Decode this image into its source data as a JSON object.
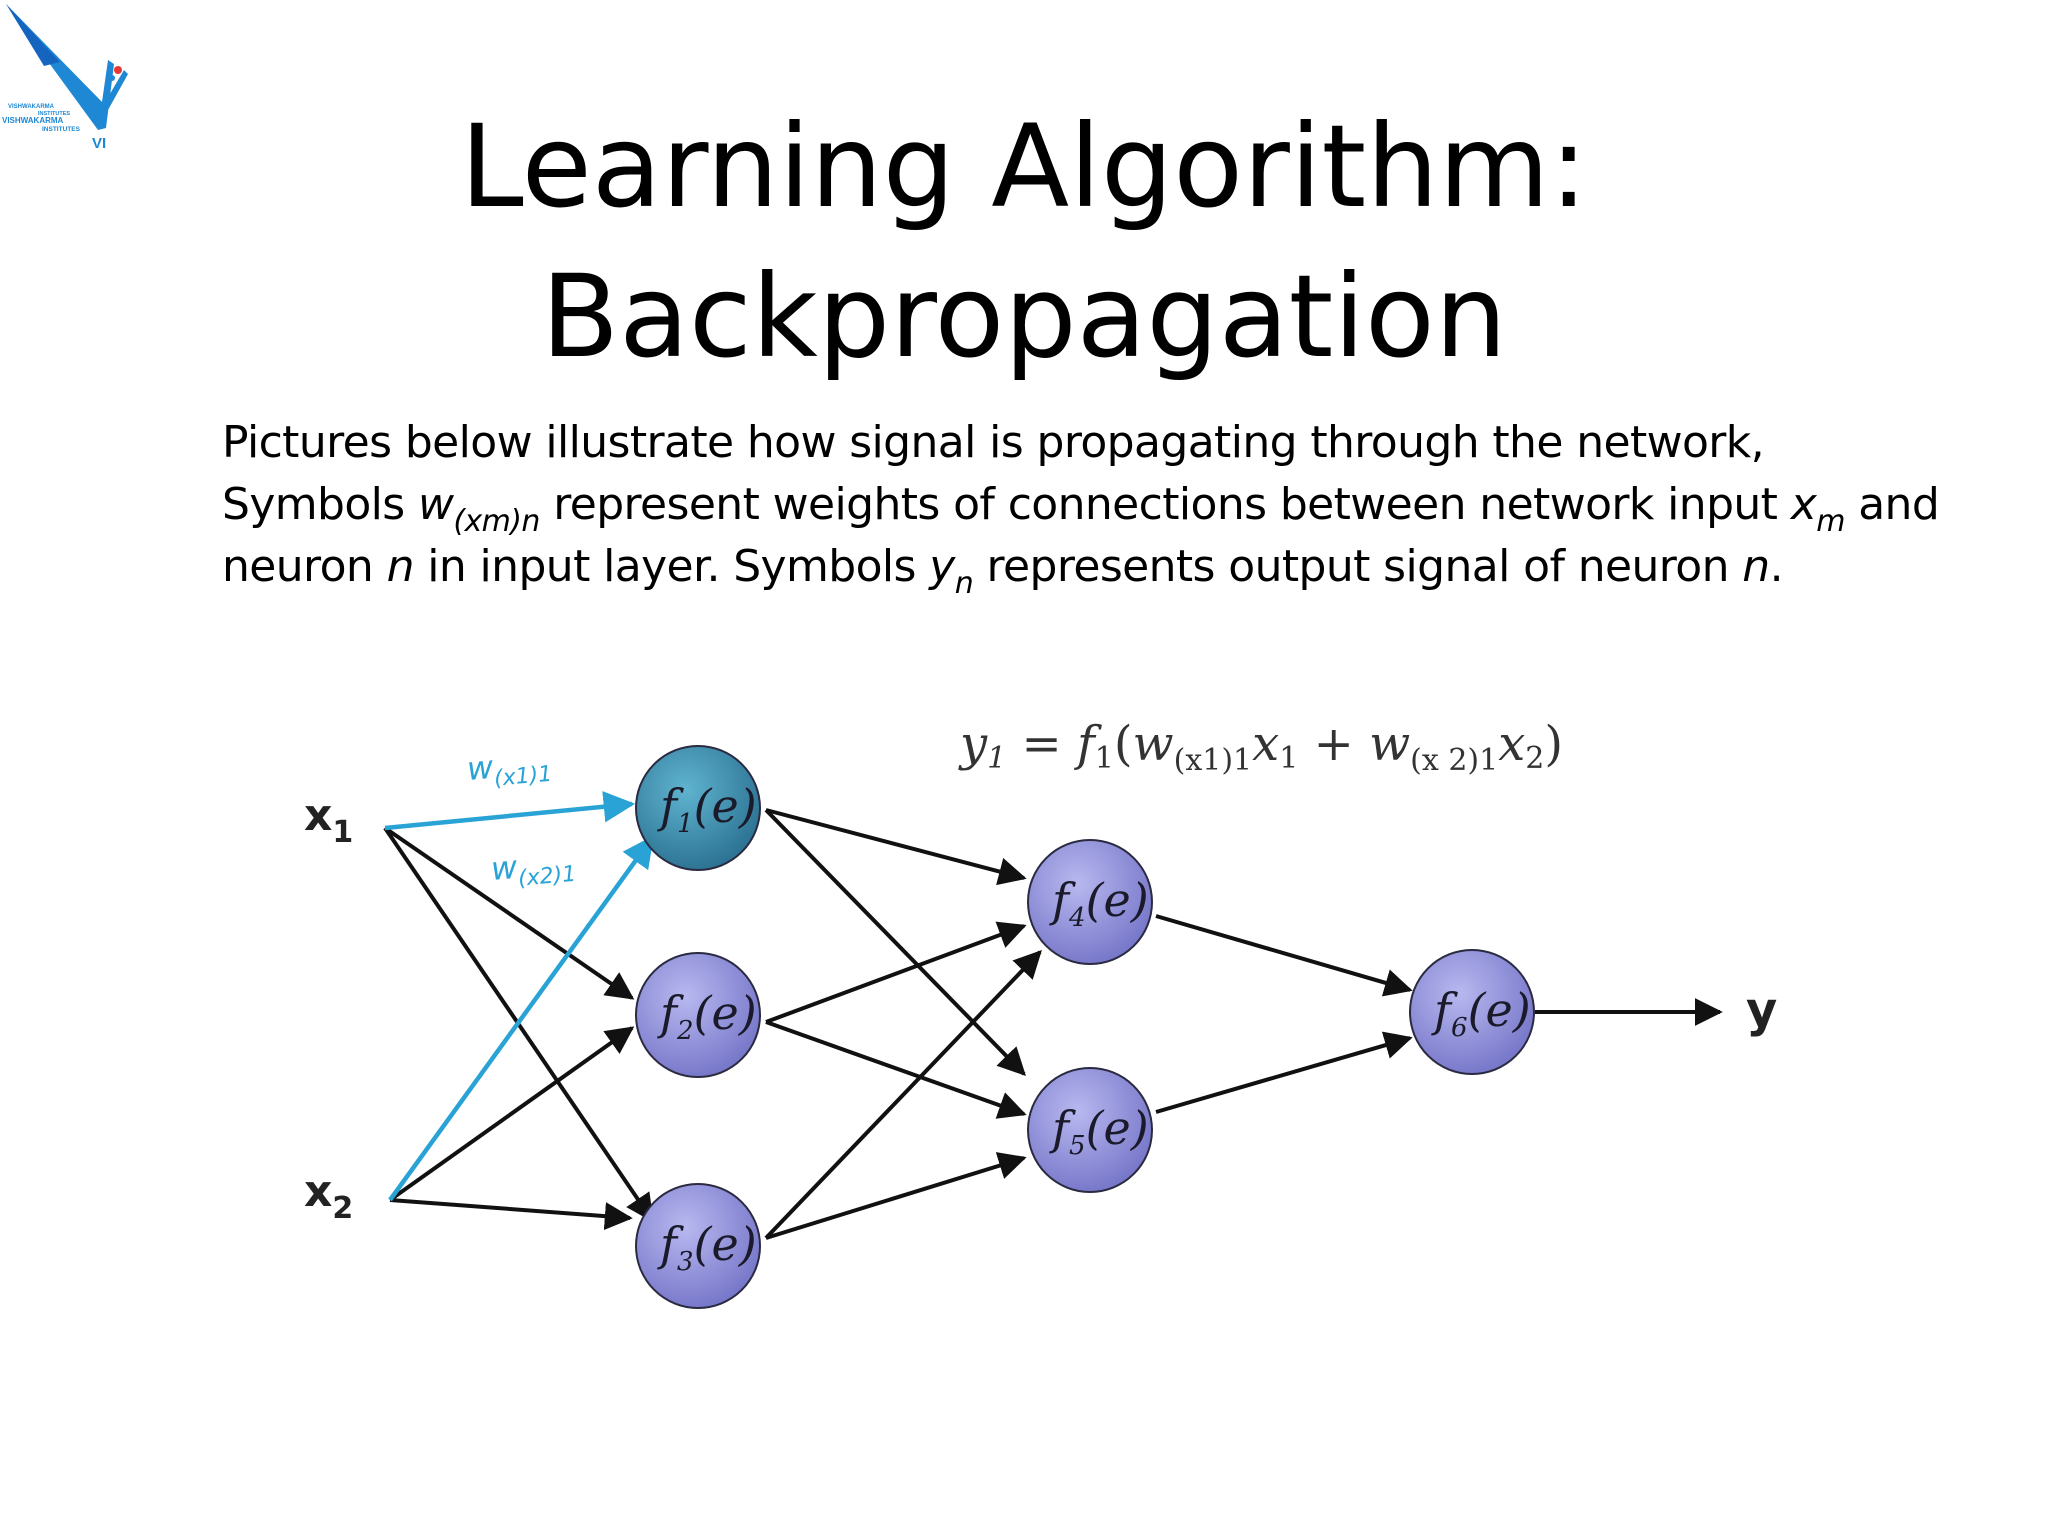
{
  "slide": {
    "title_line1": "Learning Algorithm:",
    "title_line2": "Backpropagation",
    "logo": {
      "icon": "vishwakarma-institutes-logo",
      "text_lines": [
        "VISHWAKARMA",
        "INSTITUTES",
        "VISHWAKARMA",
        "INSTITUTES"
      ],
      "mark": "VI",
      "colors": {
        "primary": "#1e88d4",
        "accent": "#e53935"
      }
    },
    "paragraph": {
      "line1": "Pictures below illustrate how signal is propagating through the network,",
      "line2_a": "Symbols ",
      "line2_w": "w",
      "line2_sub": "(xm)n",
      "line2_b": " represent weights of connections between network input ",
      "line2_x": "x",
      "line2_xsub": "m",
      "line2_c": " and",
      "line3_a": "neuron ",
      "line3_n": "n",
      "line3_b": " in input layer. Symbols ",
      "line3_y": "y",
      "line3_ysub": "n",
      "line3_c": " represents output signal of neuron ",
      "line3_n2": "n",
      "line3_d": "."
    }
  },
  "diagram": {
    "formula": {
      "lhs": "y",
      "lhs_sub": "1",
      "eq": " = ",
      "f": "f",
      "f_sub": "1",
      "open": "(",
      "w1": "w",
      "w1_sub": "(x1)1",
      "x1": "x",
      "x1_sub": "1",
      "plus": " + ",
      "w2": "w",
      "w2_sub": "(x 2)1",
      "x2": "x",
      "x2_sub": "2",
      "close": ")"
    },
    "inputs": [
      {
        "id": "x1",
        "label": "x",
        "sub": "1"
      },
      {
        "id": "x2",
        "label": "x",
        "sub": "2"
      }
    ],
    "output": {
      "label": "y"
    },
    "weight_labels": [
      {
        "label": "w",
        "sub": "(x1)1"
      },
      {
        "label": "w",
        "sub": "(x2)1"
      }
    ],
    "neurons": [
      {
        "id": "f1",
        "label": "f",
        "sub": "1",
        "arg": "(e)",
        "active": true
      },
      {
        "id": "f2",
        "label": "f",
        "sub": "2",
        "arg": "(e)",
        "active": false
      },
      {
        "id": "f3",
        "label": "f",
        "sub": "3",
        "arg": "(e)",
        "active": false
      },
      {
        "id": "f4",
        "label": "f",
        "sub": "4",
        "arg": "(e)",
        "active": false
      },
      {
        "id": "f5",
        "label": "f",
        "sub": "5",
        "arg": "(e)",
        "active": false
      },
      {
        "id": "f6",
        "label": "f",
        "sub": "6",
        "arg": "(e)",
        "active": false
      }
    ],
    "colors": {
      "neuron_fill": "#8f8fd8",
      "neuron_active_fill": "#3a8fb0",
      "active_edge": "#29a3d6",
      "edge": "#111111"
    }
  }
}
